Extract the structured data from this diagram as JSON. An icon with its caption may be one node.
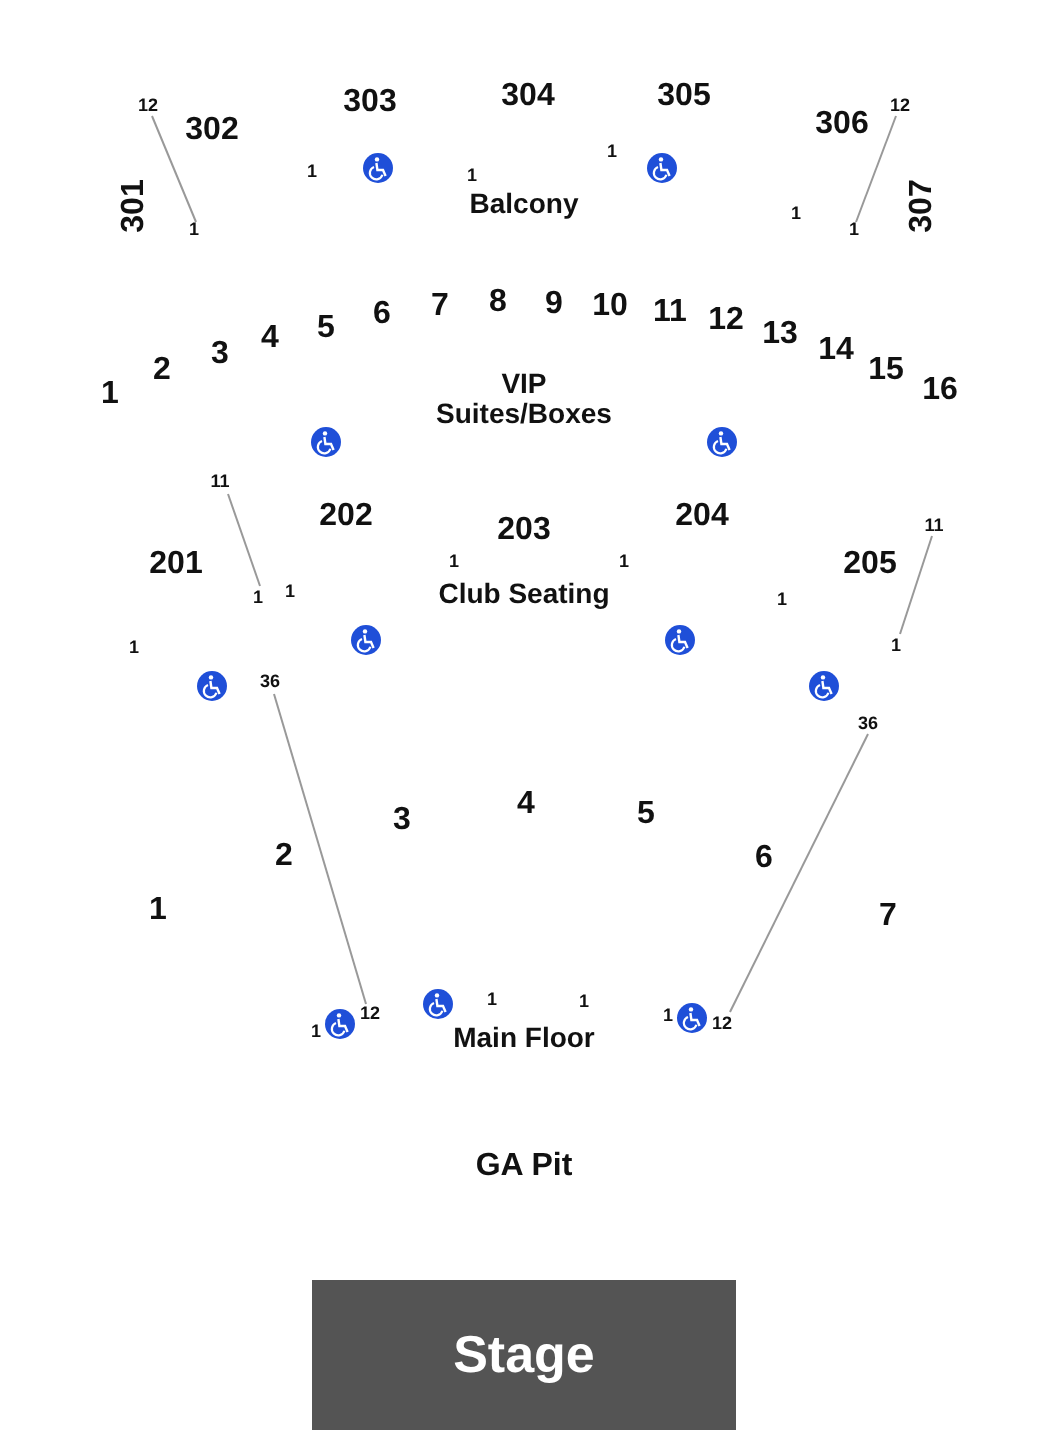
{
  "diagram": {
    "nodes": [
      {
        "text": [
          "Stage"
        ]
      }
    ],
    "edges": [],
    "labels": [
      "12",
      "303",
      "304",
      "305",
      "12",
      "302",
      "306",
      "1",
      "1",
      "1",
      "301",
      "Balcony",
      "1",
      "1",
      "1",
      "307",
      "1",
      "2",
      "3",
      "4",
      "5",
      "6",
      "7",
      "8",
      "VIP Suites/Boxes",
      "9",
      "10",
      "11",
      "12",
      "13",
      "14",
      "15",
      "16",
      "11",
      "202",
      "203",
      "204",
      "11",
      "201",
      "1",
      "1",
      "205",
      "1",
      "1",
      "Club Seating",
      "1",
      "1",
      "1",
      "36",
      "36",
      "3",
      "4",
      "5",
      "2",
      "6",
      "1",
      "7",
      "12",
      "1",
      "1",
      "1",
      "1",
      "12",
      "Main Floor",
      "GA Pit"
    ]
  }
}
